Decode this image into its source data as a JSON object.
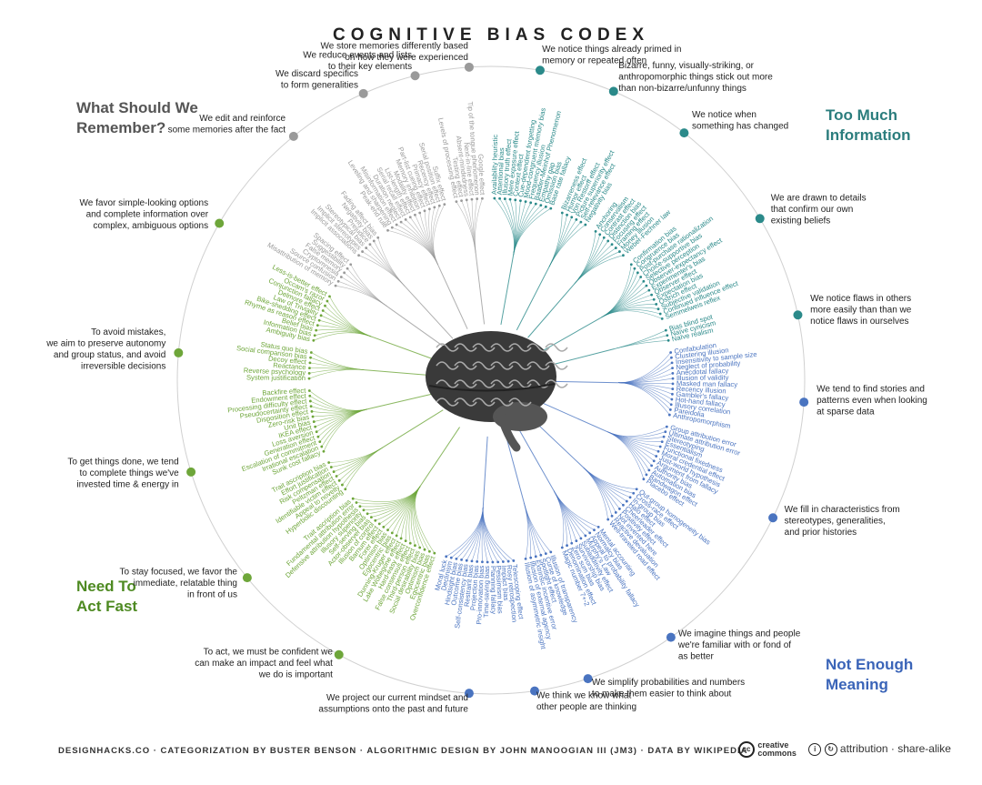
{
  "title": "COGNITIVE BIAS CODEX",
  "quadrants": [
    {
      "key": "remember",
      "title_lines": [
        "What Should We",
        "Remember?"
      ],
      "color": "#9a9a9a",
      "title_color": "#555555"
    },
    {
      "key": "info",
      "title_lines": [
        "Too Much",
        "Information"
      ],
      "color": "#2b8a8a",
      "title_color": "#2b7d7d"
    },
    {
      "key": "meaning",
      "title_lines": [
        "Not Enough",
        "Meaning"
      ],
      "color": "#4a74c0",
      "title_color": "#3a64b8"
    },
    {
      "key": "act",
      "title_lines": [
        "Need To",
        "Act Fast"
      ],
      "color": "#6ea63a",
      "title_color": "#4e8a22"
    }
  ],
  "groups": [
    {
      "q": "info",
      "label": [
        "We notice things already primed in",
        "memory or repeated often"
      ],
      "biases": [
        "Availability heuristic",
        "Attentional bias",
        "Illusory truth effect",
        "Mere exposure effect",
        "Context effect",
        "Cue-dependent forgetting",
        "Mood-congruent memory bias",
        "Frequency illusion",
        "Baader-Meinhof Phenomenon",
        "Empathy gap",
        "Omission bias",
        "Base rate fallacy"
      ]
    },
    {
      "q": "info",
      "label": [
        "Bizarre, funny, visually-striking, or",
        "anthropomorphic things stick out more",
        "than non-bizarre/unfunny things"
      ],
      "biases": [
        "Bizarreness effect",
        "Humor effect",
        "Von Restorff effect",
        "Picture superiority effect",
        "Self-relevance effect",
        "Negativity bias"
      ]
    },
    {
      "q": "info",
      "label": [
        "We notice when",
        "something has changed"
      ],
      "biases": [
        "Anchoring",
        "Conservatism",
        "Contrast effect",
        "Distinction bias",
        "Focusing effect",
        "Framing effect",
        "Money illusion",
        "Weber-Fechner law"
      ]
    },
    {
      "q": "info",
      "label": [
        "We are drawn to details",
        "that confirm our own",
        "existing beliefs"
      ],
      "biases": [
        "Confirmation bias",
        "Congruence bias",
        "Post-purchase rationalization",
        "Choice-supportive bias",
        "Selective perception",
        "Observer-expectancy effect",
        "Experimenter's bias",
        "Observer effect",
        "Expectation bias",
        "Ostrich effect",
        "Subjective validation",
        "Continued influence effect",
        "Semmelweis reflex"
      ]
    },
    {
      "q": "info",
      "label": [
        "We notice flaws in others",
        "more easily than than we",
        "notice flaws in ourselves"
      ],
      "biases": [
        "Bias blind spot",
        "Naïve cynicism",
        "Naïve realism"
      ]
    },
    {
      "q": "meaning",
      "label": [
        "We tend to find stories and",
        "patterns even when looking",
        "at sparse data"
      ],
      "biases": [
        "Confabulation",
        "Clustering illusion",
        "Insensitivity to sample size",
        "Neglect of probability",
        "Anecdotal fallacy",
        "Illusion of validity",
        "Masked man fallacy",
        "Recency illusion",
        "Gambler's fallacy",
        "Hot-hand fallacy",
        "Illusory correlation",
        "Pareidolia",
        "Anthropomorphism"
      ]
    },
    {
      "q": "meaning",
      "label": [
        "We fill in characteristics from",
        "stereotypes, generalities,",
        "and prior histories"
      ],
      "biases": [
        "Group attribution error",
        "Ultimate attribution error",
        "Stereotyping",
        "Essentialism",
        "Functional fixedness",
        "Moral credential effect",
        "Just-world hypothesis",
        "Argument from fallacy",
        "Authority bias",
        "Automation bias",
        "Bandwagon effect",
        "Placebo effect"
      ]
    },
    {
      "q": "meaning",
      "label": [
        "We imagine things and people",
        "we're familiar with or fond of",
        "as better"
      ],
      "biases": [
        "Out-group homogeneity bias",
        "Cross-race effect",
        "In-group bias",
        "Halo effect",
        "Cheerleader effect",
        "Positivity effect",
        "Not invented here",
        "Reactive devaluation",
        "Well-traveled road effect"
      ]
    },
    {
      "q": "meaning",
      "label": [
        "We simplify probabilities and numbers",
        "to make them easier to think about"
      ],
      "biases": [
        "Mental accounting",
        "Normalcy bias",
        "Appeal to probability fallacy",
        "Murphy's Law",
        "Subadditivity effect",
        "Survivorship bias",
        "Zero sum bias",
        "Denomination effect",
        "Magic number 7+-2"
      ]
    },
    {
      "q": "meaning",
      "label": [
        "We think we know what",
        "other people are thinking"
      ],
      "biases": [
        "Illusion of transparency",
        "Curse of knowledge",
        "Spotlight effect",
        "Extrinsic incentive error",
        "Illusion of external agency",
        "Illusion of asymmetric insight"
      ]
    },
    {
      "q": "meaning",
      "label": [
        "We project our current mindset and",
        "assumptions onto the past and future"
      ],
      "biases": [
        "Telescoping effect",
        "Rosy retrospection",
        "Impact bias",
        "Pessimism bias",
        "Planning fallacy",
        "Time-saving bias",
        "Pro-innovation bias",
        "Projection bias",
        "Restraint bias",
        "Self-consistency bias",
        "Outcome bias",
        "Hindsight bias",
        "Declinism",
        "Moral luck"
      ]
    },
    {
      "q": "act",
      "label": [
        "To act, we must be confident we",
        "can make an impact and feel what",
        "we do is important"
      ],
      "biases": [
        "Overconfidence effect",
        "Egocentric bias",
        "Optimism bias",
        "Social desirability bias",
        "Third-person effect",
        "False consensus effect",
        "Hard-easy effect",
        "Lake Wobegone effect",
        "Dunning-Kruger effect",
        "Egocentric bias",
        "Optimism bias",
        "Forer effect",
        "Barnum effect",
        "Illusion of control",
        "Actor-observer bias",
        "Self-serving bias",
        "Illusory superiority",
        "Defensive attribution hypothesis",
        "Fundamental attribution error",
        "Trait ascription bias"
      ]
    },
    {
      "q": "act",
      "label": [
        "To stay focused, we favor the",
        "immediate, relatable thing",
        "in front of us"
      ],
      "biases": [
        "Hyperbolic discounting",
        "Appeal to novelty",
        "Identifiable victim effect",
        "Peltzman effect",
        "Risk compensation",
        "Effort justification",
        "Trait ascription bias"
      ]
    },
    {
      "q": "act",
      "label": [
        "To get things done, we tend",
        "to complete things we've",
        "invested time & energy in"
      ],
      "biases": [
        "Sunk cost fallacy",
        "Irrational escalation",
        "Escalation of commitment",
        "Generation effect",
        "Loss aversion",
        "IKEA effect",
        "Unit bias",
        "Zero-risk bias",
        "Disposition effect",
        "Pseudocertainty effect",
        "Processing difficulty effect",
        "Endowment effect",
        "Backfire effect"
      ]
    },
    {
      "q": "act",
      "label": [
        "To avoid mistakes,",
        "we aim to preserve autonomy",
        "and group status, and avoid",
        "irreversible decisions"
      ],
      "biases": [
        "System justification",
        "Reverse psychology",
        "Reactance",
        "Decoy effect",
        "Social comparison bias",
        "Status quo bias"
      ]
    },
    {
      "q": "act",
      "label": [
        "We favor simple-looking options",
        "and complete information over",
        "complex, ambiguous options"
      ],
      "biases": [
        "Ambiguity bias",
        "Information bias",
        "Belief bias",
        "Rhyme as reason effect",
        "Bike-shedding effect",
        "Law of Triviality",
        "Delmore effect",
        "Conjunction fallacy",
        "Occam's razor",
        "Less-is-better effect"
      ]
    },
    {
      "q": "remember",
      "label": [
        "We edit and reinforce",
        "some memories after the fact"
      ],
      "biases": [
        "Misattribution of memory",
        "Source confusion",
        "Cryptomnesia",
        "False memory",
        "Suggestibility",
        "Spacing effect"
      ]
    },
    {
      "q": "remember",
      "label": [
        "We discard specifics",
        "to form generalities"
      ],
      "biases": [
        "Implicit associations",
        "Implicit stereotypes",
        "Stereotypical bias",
        "Prejudice",
        "Negativity bias",
        "Fading affect bias"
      ]
    },
    {
      "q": "remember",
      "label": [
        "We reduce events and lists",
        "to their key elements"
      ],
      "biases": [
        "Peak-end rule",
        "Leveling and sharpening",
        "Misinformation effect",
        "Duration neglect",
        "Serial recall effect",
        "List-length effect",
        "Modality effect",
        "Memory inhibition",
        "Part-list cueing effect",
        "Primacy effect",
        "Recency effect",
        "Serial position effect",
        "Suffix effect"
      ]
    },
    {
      "q": "remember",
      "label": [
        "We store memories differently based",
        "on how they were experienced"
      ],
      "biases": [
        "Levels of processing effect",
        "Testing effect",
        "Absent-mindedness",
        "Next-in-line effect",
        "Tip of the tongue phenomenon",
        "Google effect"
      ]
    }
  ],
  "footer": {
    "credits": "DESIGNHACKS.CO · CATEGORIZATION BY BUSTER BENSON · ALGORITHMIC DESIGN BY JOHN MANOOGIAN III (JM3) · DATA BY WIKIPEDIA",
    "cc_logo": "cc",
    "cc_word_1": "creative",
    "cc_word_2": "commons",
    "license_text": "attribution · share-alike"
  },
  "icons": {
    "brain": "brain-icon",
    "cc": "creative-commons-icon",
    "attribution": "attribution-icon",
    "share_alike": "share-alike-icon"
  }
}
